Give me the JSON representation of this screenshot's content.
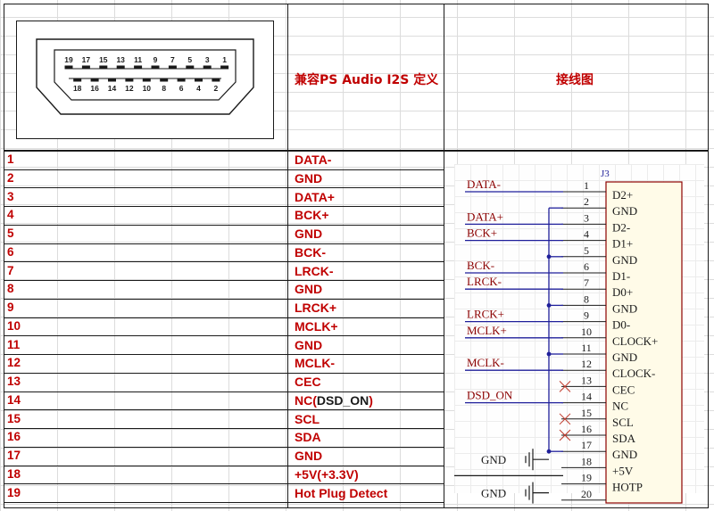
{
  "header": {
    "col2_title": "兼容PS Audio I2S 定义",
    "col3_title": "接线图"
  },
  "connector": {
    "top_pins": [
      "19",
      "17",
      "15",
      "13",
      "11",
      "9",
      "7",
      "5",
      "3",
      "1"
    ],
    "bottom_pins": [
      "18",
      "16",
      "14",
      "12",
      "10",
      "8",
      "6",
      "4",
      "2"
    ]
  },
  "rows": [
    {
      "pin": "1",
      "signal": "DATA-"
    },
    {
      "pin": "2",
      "signal": "GND"
    },
    {
      "pin": "3",
      "signal": "DATA+"
    },
    {
      "pin": "4",
      "signal": "BCK+"
    },
    {
      "pin": "5",
      "signal": "GND"
    },
    {
      "pin": "6",
      "signal": "BCK-"
    },
    {
      "pin": "7",
      "signal": "LRCK-"
    },
    {
      "pin": "8",
      "signal": "GND"
    },
    {
      "pin": "9",
      "signal": "LRCK+"
    },
    {
      "pin": "10",
      "signal": "MCLK+"
    },
    {
      "pin": "11",
      "signal": "GND"
    },
    {
      "pin": "12",
      "signal": "MCLK-"
    },
    {
      "pin": "13",
      "signal": "CEC"
    },
    {
      "pin": "14",
      "signal": "NC(",
      "signal_black": "DSD_ON",
      "signal_tail": ")"
    },
    {
      "pin": "15",
      "signal": "SCL"
    },
    {
      "pin": "16",
      "signal": "SDA"
    },
    {
      "pin": "17",
      "signal": "GND"
    },
    {
      "pin": "18",
      "signal": "+5V(+3.3V)"
    },
    {
      "pin": "19",
      "signal": "Hot Plug Detect"
    }
  ],
  "schematic": {
    "ref": "J3",
    "nets": [
      {
        "label": "DATA-",
        "pin": 1
      },
      {
        "label": "DATA+",
        "pin": 3
      },
      {
        "label": "BCK+",
        "pin": 4
      },
      {
        "label": "BCK-",
        "pin": 6
      },
      {
        "label": "LRCK-",
        "pin": 7
      },
      {
        "label": "LRCK+",
        "pin": 9
      },
      {
        "label": "MCLK+",
        "pin": 10
      },
      {
        "label": "MCLK-",
        "pin": 12
      },
      {
        "label": "DSD_ON",
        "pin": 14
      }
    ],
    "gnd_label": "GND",
    "pin_numbers": [
      "1",
      "2",
      "3",
      "4",
      "5",
      "6",
      "7",
      "8",
      "9",
      "10",
      "11",
      "12",
      "13",
      "14",
      "15",
      "16",
      "17",
      "18",
      "19",
      "20"
    ],
    "pin_names": [
      "D2+",
      "GND",
      "D2-",
      "D1+",
      "GND",
      "D1-",
      "D0+",
      "GND",
      "D0-",
      "CLOCK+",
      "GND",
      "CLOCK-",
      "CEC",
      "NC",
      "SCL",
      "SDA",
      "GND",
      "+5V",
      "HOTP"
    ],
    "colors": {
      "wire": "#1f1f9a",
      "text": "#8b0000",
      "box_fill": "#fffbe8",
      "box_stroke": "#8b0000"
    }
  }
}
